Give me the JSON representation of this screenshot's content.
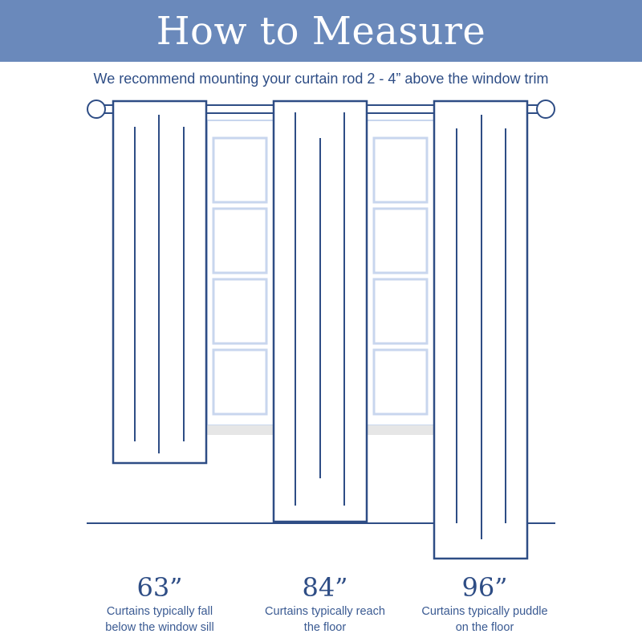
{
  "header": {
    "title": "How to Measure",
    "subtitle": "We recommend mounting your curtain rod 2 - 4” above the window trim"
  },
  "colors": {
    "header_bg": "#6a89bb",
    "outline": "#2e4d85",
    "window_frame": "#c8d6ee",
    "sill": "#e6e6e6"
  },
  "curtains": [
    {
      "length": "63”",
      "desc_line1": "Curtains typically fall",
      "desc_line2": "below the window sill"
    },
    {
      "length": "84”",
      "desc_line1": "Curtains typically reach",
      "desc_line2": "the floor"
    },
    {
      "length": "96”",
      "desc_line1": "Curtains typically puddle",
      "desc_line2": "on the floor"
    }
  ]
}
